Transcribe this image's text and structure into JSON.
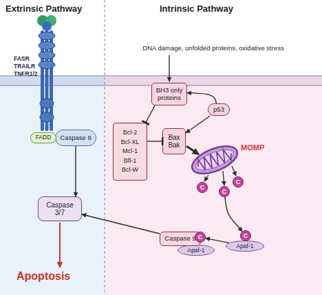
{
  "diagram": {
    "nodes": [
      {
        "text": [
          "Extrinsic Pathway"
        ]
      },
      {
        "text": [
          "FADD"
        ],
        "in": 0
      },
      {
        "text": [
          "Caspase 8"
        ],
        "in": 0
      },
      {
        "text": [
          "Caspase 3/7"
        ],
        "in": 0
      },
      {
        "text": [
          "Intrinsic Pathway"
        ]
      },
      {
        "text": [
          "BH3 only proteins"
        ],
        "in": 4
      },
      {
        "text": [
          "p53"
        ],
        "in": 4
      },
      {
        "text": [
          "Bcl-2",
          "Bcl-XL",
          "Mcl-1",
          "Bfl-1",
          "Bcl-W"
        ],
        "in": 4
      },
      {
        "text": [
          "Bax Bak"
        ],
        "in": 4
      },
      {
        "text": [
          "C"
        ],
        "in": 4
      },
      {
        "text": [
          "C"
        ],
        "in": 4
      },
      {
        "text": [
          "C"
        ],
        "in": 4
      },
      {
        "text": [
          "Caspase 9"
        ],
        "in": 4
      },
      {
        "text": [
          "C"
        ],
        "in": 4
      },
      {
        "text": [
          "Apaf-1"
        ],
        "in": 4
      },
      {
        "text": [
          "C"
        ],
        "in": 4
      },
      {
        "text": [
          "Apaf-1"
        ],
        "in": 4
      }
    ],
    "edges": [
      {
        "from": 2,
        "to": 3,
        "arrow": "to"
      },
      {
        "from": 5,
        "to": 7,
        "arrow": "to"
      },
      {
        "from": 7,
        "to": 8,
        "arrow": "to"
      },
      {
        "from": 6,
        "to": 5,
        "arrow": "to"
      },
      {
        "from": 6,
        "to": 8,
        "arrow": "to"
      },
      {
        "from": 10,
        "to": 15,
        "arrow": "to"
      },
      {
        "from": 16,
        "to": 13,
        "arrow": "to"
      },
      {
        "from": 12,
        "to": 3,
        "arrow": "to"
      }
    ],
    "labels": [
      "FASR",
      "TRAILR",
      "TNFR1/2",
      "DNA damage, unfolded proteins, oxidative stress",
      "MOMP",
      "Apoptosis"
    ]
  }
}
